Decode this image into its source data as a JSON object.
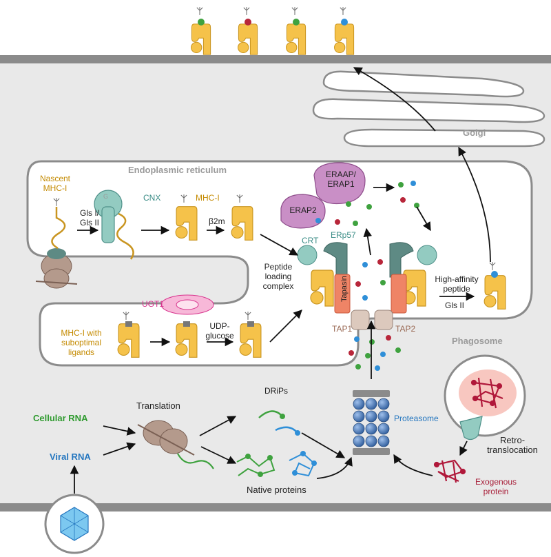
{
  "compartments": {
    "golgi": "Golgi",
    "er": "Endoplasmic reticulum",
    "phagosome": "Phagosome"
  },
  "labels": {
    "nascent_mhc": "Nascent MHC-I",
    "gls": "Gls I/ Gls II",
    "cnx": "CNX",
    "mhc_i": "MHC-I",
    "b2m": "β2m",
    "crt": "CRT",
    "erp57": "ERp57",
    "erap2": "ERAP2",
    "eraap": "ERAAP/ ERAP1",
    "peptide_loading": "Peptide loading complex",
    "tapasin": "Tapasin",
    "tap1": "TAP1",
    "tap2": "TAP2",
    "high_affinity": "High-affinity peptide",
    "gls_ii": "Gls II",
    "ugt1": "UGT1",
    "suboptimal": "MHC-I with suboptimal ligands",
    "udp_glucose": "UDP-glucose",
    "translation": "Translation",
    "drips": "DRiPs",
    "proteasome": "Proteasome",
    "cellular_rna": "Cellular RNA",
    "viral_rna": "Viral RNA",
    "native_proteins": "Native proteins",
    "retro": "Retro- translocation",
    "exogenous": "Exogenous protein",
    "glycan": "G"
  },
  "colors": {
    "mhc": "#f5c24a",
    "mhc_outline": "#c99520",
    "membrane_grey": "#8b8b8b",
    "cytosol": "#e9e9e9",
    "cnx": "#93cbc1",
    "erap": "#c98fc6",
    "tapasin": "#ef8466",
    "tap": "#dcc9bd",
    "proteasome": "#3e6aa6",
    "exogenous": "#b0183a",
    "ribosome": "#b49a8c",
    "peptide_green": "#3fa23f",
    "peptide_red": "#b8263a",
    "peptide_blue": "#2f8fd8"
  },
  "icons": [
    "ribosome-icon",
    "virus-icon",
    "proteasome-icon",
    "glycan-icon",
    "peptide-icon",
    "arrow-icon"
  ]
}
